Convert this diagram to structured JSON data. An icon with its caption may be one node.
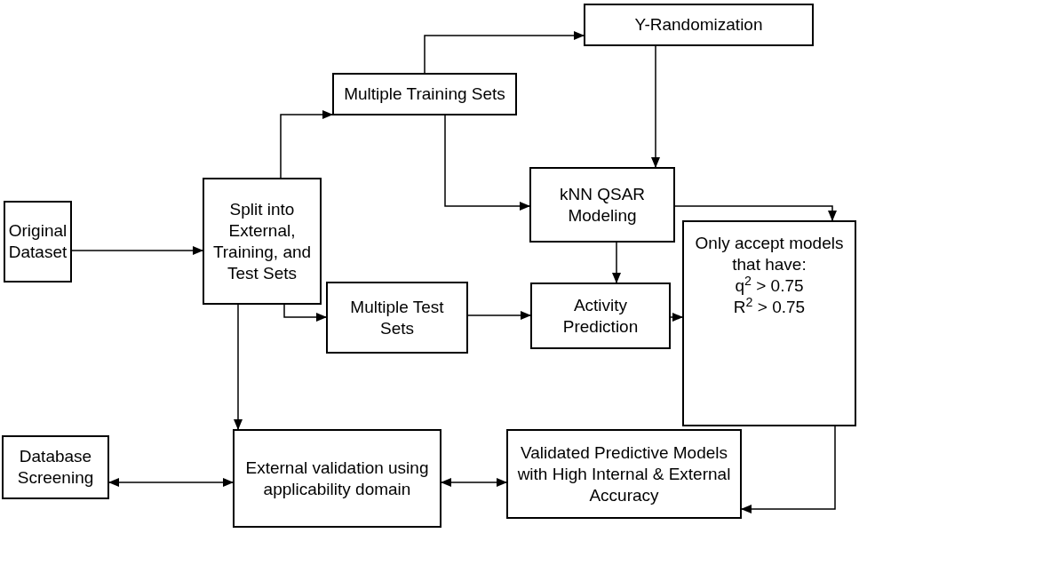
{
  "diagram": {
    "nodes": [
      {
        "text": [
          "Original Dataset"
        ]
      },
      {
        "text": [
          "Split into External, Training, and Test Sets"
        ]
      },
      {
        "text": [
          "Multiple Training Sets"
        ]
      },
      {
        "text": [
          "Y-Randomization"
        ]
      },
      {
        "text": [
          "kNN QSAR Modeling"
        ]
      },
      {
        "text": [
          "Multiple Test Sets"
        ]
      },
      {
        "text": [
          "Activity Prediction"
        ]
      },
      {
        "text": [
          "Only accept models that have:",
          "q$^{2}$ > 0.75",
          "R$^{2}$ > 0.75"
        ]
      },
      {
        "text": [
          "Database Screening"
        ]
      },
      {
        "text": [
          "External validation using applicability domain"
        ]
      },
      {
        "text": [
          "Validated Predictive Models with High Internal & External Accuracy"
        ]
      }
    ],
    "edges": [
      {
        "from": 0,
        "to": 1,
        "arrow": "to"
      },
      {
        "from": 1,
        "to": 2,
        "arrow": "to"
      },
      {
        "from": 2,
        "to": 3,
        "arrow": "to"
      },
      {
        "from": 3,
        "to": 4,
        "arrow": "to"
      },
      {
        "from": 2,
        "to": 4,
        "arrow": "to"
      },
      {
        "from": 4,
        "to": 7,
        "arrow": "to"
      },
      {
        "from": 4,
        "to": 6,
        "arrow": "to"
      },
      {
        "from": 1,
        "to": 5,
        "arrow": "to"
      },
      {
        "from": 5,
        "to": 6,
        "arrow": "to"
      },
      {
        "from": 6,
        "to": 7,
        "arrow": "to"
      },
      {
        "from": 1,
        "to": 9,
        "arrow": "to"
      },
      {
        "from": 7,
        "to": 10,
        "arrow": "to"
      },
      {
        "from": 8,
        "to": 9,
        "arrow": "both"
      },
      {
        "from": 9,
        "to": 10,
        "arrow": "both"
      }
    ]
  }
}
